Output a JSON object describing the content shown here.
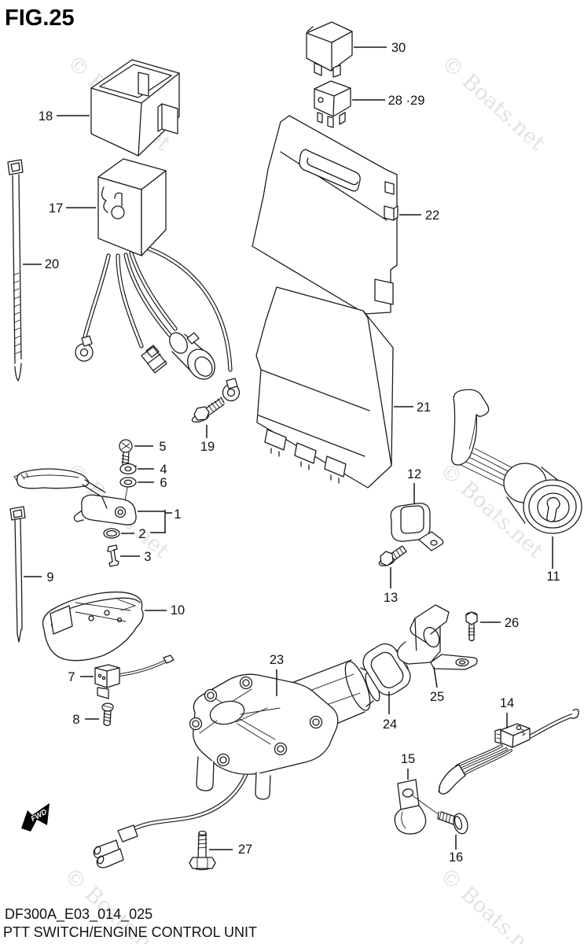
{
  "figure": {
    "title": "FIG.25",
    "drawing_code": "DF300A_E03_014_025",
    "caption": "PTT SWITCH/ENGINE CONTROL UNIT",
    "fwd_label": "FWD"
  },
  "watermark": {
    "text": "© Boats.net"
  },
  "colors": {
    "background": "#ffffff",
    "line_art": "#1c1c1c",
    "watermark": "#caccd2"
  },
  "parts": {
    "p1": {
      "label": "1"
    },
    "p2": {
      "label": "2"
    },
    "p3": {
      "label": "3"
    },
    "p4": {
      "label": "4"
    },
    "p5": {
      "label": "5"
    },
    "p6": {
      "label": "6"
    },
    "p7": {
      "label": "7"
    },
    "p8": {
      "label": "8"
    },
    "p9": {
      "label": "9"
    },
    "p10": {
      "label": "10"
    },
    "p11": {
      "label": "11"
    },
    "p12": {
      "label": "12"
    },
    "p13": {
      "label": "13"
    },
    "p14": {
      "label": "14"
    },
    "p15": {
      "label": "15"
    },
    "p16": {
      "label": "16"
    },
    "p17": {
      "label": "17"
    },
    "p18": {
      "label": "18"
    },
    "p19": {
      "label": "19"
    },
    "p20": {
      "label": "20"
    },
    "p21": {
      "label": "21"
    },
    "p22": {
      "label": "22"
    },
    "p23": {
      "label": "23"
    },
    "p24": {
      "label": "24"
    },
    "p25": {
      "label": "25"
    },
    "p26": {
      "label": "26"
    },
    "p27": {
      "label": "27"
    },
    "p28_29": {
      "label": "28 ·29"
    },
    "p30": {
      "label": "30"
    }
  }
}
